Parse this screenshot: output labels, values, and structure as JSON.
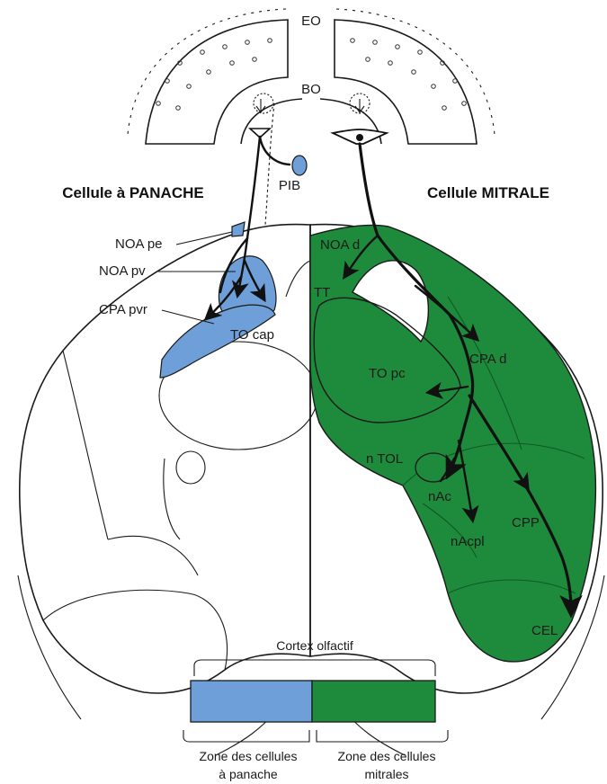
{
  "labels": {
    "eo": "EO",
    "bo": "BO",
    "pib": "PIB",
    "tufted_title": "Cellule à PANACHE",
    "mitral_title": "Cellule MITRALE",
    "noa_pe": "NOA pe",
    "noa_pv": "NOA pv",
    "cpa_pvr": "CPA pvr",
    "to_cap": "TO cap",
    "noa_d": "NOA d",
    "tt": "TT",
    "to_pc": "TO pc",
    "cpa_d": "CPA d",
    "n_tol": "n TOL",
    "nac": "nAc",
    "nacpl": "nAcpl",
    "cpp": "CPP",
    "cel": "CEL"
  },
  "legend": {
    "title": "Cortex olfactif",
    "tufted_zone": [
      "Zone des cellules",
      "à panache"
    ],
    "mitral_zone": [
      "Zone des cellules",
      "mitrales"
    ]
  },
  "colors": {
    "tufted": "#6f9fd8",
    "mitral": "#1e8a3c",
    "outline": "#1a1a1a"
  }
}
